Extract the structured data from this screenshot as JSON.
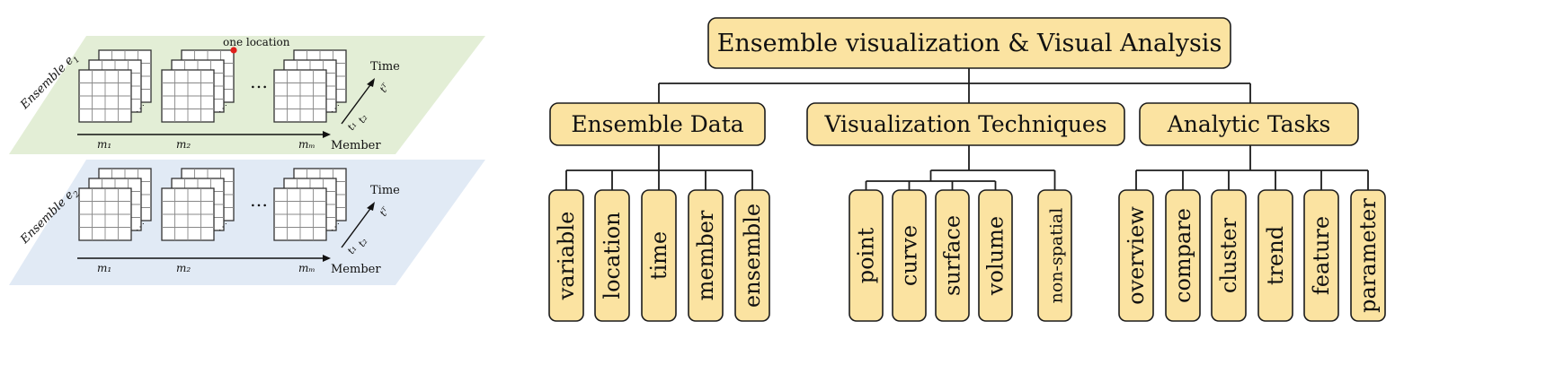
{
  "left_panel": {
    "ensembles": [
      {
        "label": "Ensemble e",
        "subscript": "1",
        "plane_color": "#e3eed6",
        "time_label": "Time",
        "t1": "t₁",
        "t2": "t₂",
        "tT": "tᵀ",
        "members": [
          "m₁",
          "m₂",
          "mₘ"
        ],
        "ellipsis": "…",
        "member_axis_label": "Member",
        "annotation": "one location"
      },
      {
        "label": "Ensemble e",
        "subscript": "2",
        "plane_color": "#e1eaf5",
        "time_label": "Time",
        "t1": "t₁",
        "t2": "t₂",
        "tT": "tᵀ",
        "members": [
          "m₁",
          "m₂",
          "mₘ"
        ],
        "ellipsis": "…",
        "member_axis_label": "Member",
        "annotation": ""
      }
    ]
  },
  "tree": {
    "root": "Ensemble visualization & Visual Analysis",
    "categories": [
      {
        "label": "Ensemble Data",
        "children": [
          "variable",
          "location",
          "time",
          "member",
          "ensemble"
        ]
      },
      {
        "label": "Visualization Techniques",
        "children": [
          "point",
          "curve",
          "surface",
          "volume",
          "non-spatial"
        ]
      },
      {
        "label": "Analytic Tasks",
        "children": [
          "overview",
          "compare",
          "cluster",
          "trend",
          "feature",
          "parameter"
        ]
      }
    ]
  },
  "colors": {
    "box_fill": "#fbe3a1",
    "box_stroke": "#1c1c1c",
    "accent_dot": "#e0201c"
  }
}
